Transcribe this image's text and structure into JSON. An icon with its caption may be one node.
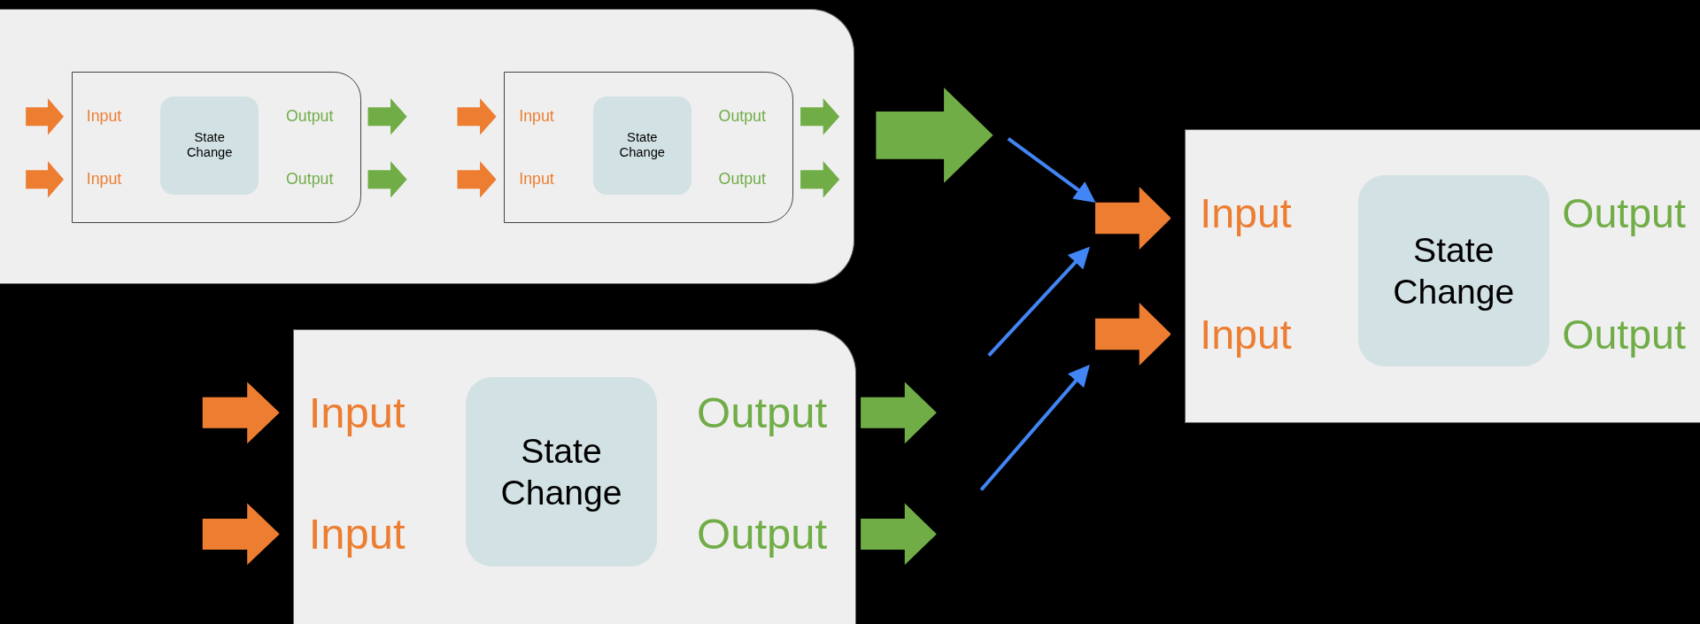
{
  "diagram": {
    "nodes": [
      {
        "text": [],
        "shape": "box"
      },
      {
        "text": [],
        "shape": "box",
        "in": 0
      },
      {
        "text": [
          "Input"
        ],
        "in": 1
      },
      {
        "text": [
          "Input"
        ],
        "in": 1
      },
      {
        "text": [
          "State Change"
        ],
        "in": 1
      },
      {
        "text": [
          "Output"
        ],
        "in": 1
      },
      {
        "text": [
          "Output"
        ],
        "in": 1
      },
      {
        "text": [],
        "shape": "box",
        "in": 0
      },
      {
        "text": [
          "Input"
        ],
        "in": 7
      },
      {
        "text": [
          "Input"
        ],
        "in": 7
      },
      {
        "text": [
          "State Change"
        ],
        "in": 7
      },
      {
        "text": [
          "Output"
        ],
        "in": 7
      },
      {
        "text": [
          "Output"
        ],
        "in": 7
      },
      {
        "text": [],
        "shape": "box"
      },
      {
        "text": [
          "Input"
        ],
        "in": 13
      },
      {
        "text": [
          "Input"
        ],
        "in": 13
      },
      {
        "text": [
          "State Change"
        ],
        "in": 13
      },
      {
        "text": [
          "Output"
        ],
        "in": 13
      },
      {
        "text": [
          "Output"
        ],
        "in": 13
      },
      {
        "text": [],
        "shape": "arrow"
      },
      {
        "text": [],
        "shape": "arrow"
      },
      {
        "text": [],
        "shape": "box"
      },
      {
        "text": [
          "Input"
        ],
        "in": 21
      },
      {
        "text": [
          "Input"
        ],
        "in": 21
      },
      {
        "text": [
          "State Change"
        ],
        "in": 21
      },
      {
        "text": [
          "Output"
        ],
        "in": 21
      },
      {
        "text": [
          "Output"
        ],
        "in": 21
      }
    ],
    "edges": [
      {
        "from": null,
        "to": 2,
        "arrow": "to",
        "style": "thick"
      },
      {
        "from": null,
        "to": 3,
        "arrow": "to",
        "style": "thick"
      },
      {
        "from": 5,
        "to": null,
        "arrow": "to",
        "style": "thick",
        "color": "#70ad47"
      },
      {
        "from": 6,
        "to": null,
        "arrow": "to",
        "style": "thick",
        "color": "#70ad47"
      },
      {
        "from": null,
        "to": 8,
        "arrow": "to",
        "style": "thick"
      },
      {
        "from": null,
        "to": 9,
        "arrow": "to",
        "style": "thick"
      },
      {
        "from": 11,
        "to": null,
        "arrow": "to",
        "style": "thick",
        "color": "#70ad47"
      },
      {
        "from": 12,
        "to": null,
        "arrow": "to",
        "style": "thick",
        "color": "#70ad47"
      },
      {
        "from": 0,
        "to": null,
        "arrow": "to",
        "style": "thick",
        "color": "#70ad47"
      },
      {
        "from": null,
        "to": 14,
        "arrow": "to",
        "style": "thick"
      },
      {
        "from": null,
        "to": 15,
        "arrow": "to",
        "style": "thick"
      },
      {
        "from": 17,
        "to": null,
        "arrow": "to",
        "style": "thick",
        "color": "#70ad47"
      },
      {
        "from": 18,
        "to": null,
        "arrow": "to",
        "style": "thick",
        "color": "#70ad47"
      },
      {
        "from": null,
        "to": 19,
        "arrow": "to",
        "color": "#4285f4"
      },
      {
        "from": null,
        "to": 19,
        "arrow": "to",
        "color": "#4285f4"
      },
      {
        "from": null,
        "to": 20,
        "arrow": "to",
        "color": "#4285f4"
      }
    ]
  }
}
